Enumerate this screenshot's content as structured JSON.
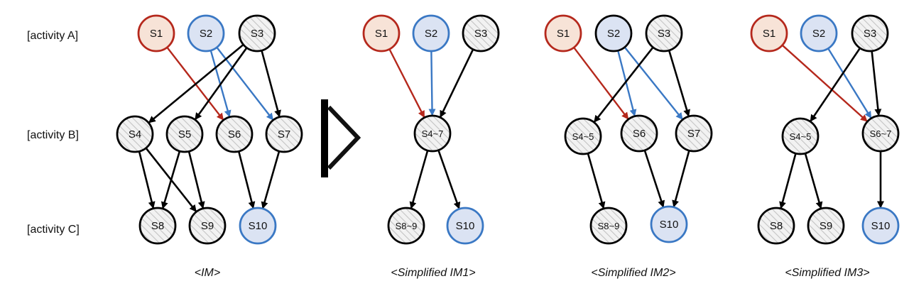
{
  "colors": {
    "red_stroke": "#b5281c",
    "red_fill": "#f7e3d7",
    "blue_stroke": "#3a78c4",
    "blue_fill": "#dbe3f3",
    "black_stroke": "#000000",
    "hatch_fill": "#f2f2f2",
    "hatch_line": "#c8c8c8"
  },
  "row_labels": [
    "[activity A]",
    "[activity B]",
    "[activity C]"
  ],
  "transition_icon": "right-triangle-arrow-icon",
  "panels": [
    {
      "id": "im",
      "caption": "<IM>",
      "nodes": [
        {
          "id": "S1",
          "label": "S1",
          "style": "red"
        },
        {
          "id": "S2",
          "label": "S2",
          "style": "blue"
        },
        {
          "id": "S3",
          "label": "S3",
          "style": "hatch"
        },
        {
          "id": "S4",
          "label": "S4",
          "style": "hatch"
        },
        {
          "id": "S5",
          "label": "S5",
          "style": "hatch"
        },
        {
          "id": "S6",
          "label": "S6",
          "style": "hatch"
        },
        {
          "id": "S7",
          "label": "S7",
          "style": "hatch"
        },
        {
          "id": "S8",
          "label": "S8",
          "style": "hatch"
        },
        {
          "id": "S9",
          "label": "S9",
          "style": "hatch"
        },
        {
          "id": "S10",
          "label": "S10",
          "style": "blue"
        }
      ],
      "edges": [
        {
          "from": "S1",
          "to": "S6",
          "color": "red"
        },
        {
          "from": "S2",
          "to": "S6",
          "color": "blue"
        },
        {
          "from": "S2",
          "to": "S7",
          "color": "blue"
        },
        {
          "from": "S3",
          "to": "S4",
          "color": "black"
        },
        {
          "from": "S3",
          "to": "S5",
          "color": "black"
        },
        {
          "from": "S3",
          "to": "S7",
          "color": "black"
        },
        {
          "from": "S4",
          "to": "S8",
          "color": "black"
        },
        {
          "from": "S4",
          "to": "S9",
          "color": "black"
        },
        {
          "from": "S5",
          "to": "S8",
          "color": "black"
        },
        {
          "from": "S5",
          "to": "S9",
          "color": "black"
        },
        {
          "from": "S6",
          "to": "S10",
          "color": "black"
        },
        {
          "from": "S7",
          "to": "S10",
          "color": "black"
        }
      ]
    },
    {
      "id": "im1",
      "caption": "<Simplified IM1>",
      "nodes": [
        {
          "id": "S1",
          "label": "S1",
          "style": "red"
        },
        {
          "id": "S2",
          "label": "S2",
          "style": "blue"
        },
        {
          "id": "S3",
          "label": "S3",
          "style": "hatch"
        },
        {
          "id": "S4~7",
          "label": "S4~7",
          "style": "hatch"
        },
        {
          "id": "S8~9",
          "label": "S8~9",
          "style": "hatch"
        },
        {
          "id": "S10",
          "label": "S10",
          "style": "blue"
        }
      ],
      "edges": [
        {
          "from": "S1",
          "to": "S4~7",
          "color": "red"
        },
        {
          "from": "S2",
          "to": "S4~7",
          "color": "blue"
        },
        {
          "from": "S3",
          "to": "S4~7",
          "color": "black"
        },
        {
          "from": "S4~7",
          "to": "S8~9",
          "color": "black"
        },
        {
          "from": "S4~7",
          "to": "S10",
          "color": "black"
        }
      ]
    },
    {
      "id": "im2",
      "caption": "<Simplified IM2>",
      "nodes": [
        {
          "id": "S1",
          "label": "S1",
          "style": "red"
        },
        {
          "id": "S2",
          "label": "S2",
          "style": "blue-fill-black-border"
        },
        {
          "id": "S3",
          "label": "S3",
          "style": "hatch"
        },
        {
          "id": "S4~5",
          "label": "S4~5",
          "style": "hatch"
        },
        {
          "id": "S6",
          "label": "S6",
          "style": "hatch"
        },
        {
          "id": "S7",
          "label": "S7",
          "style": "hatch"
        },
        {
          "id": "S8~9",
          "label": "S8~9",
          "style": "hatch"
        },
        {
          "id": "S10",
          "label": "S10",
          "style": "blue"
        }
      ],
      "edges": [
        {
          "from": "S1",
          "to": "S6",
          "color": "red"
        },
        {
          "from": "S2",
          "to": "S6",
          "color": "blue"
        },
        {
          "from": "S2",
          "to": "S7",
          "color": "blue"
        },
        {
          "from": "S3",
          "to": "S4~5",
          "color": "black"
        },
        {
          "from": "S3",
          "to": "S7",
          "color": "black"
        },
        {
          "from": "S4~5",
          "to": "S8~9",
          "color": "black"
        },
        {
          "from": "S6",
          "to": "S10",
          "color": "black"
        },
        {
          "from": "S7",
          "to": "S10",
          "color": "black"
        }
      ]
    },
    {
      "id": "im3",
      "caption": "<Simplified IM3>",
      "nodes": [
        {
          "id": "S1",
          "label": "S1",
          "style": "red"
        },
        {
          "id": "S2",
          "label": "S2",
          "style": "blue"
        },
        {
          "id": "S3",
          "label": "S3",
          "style": "hatch"
        },
        {
          "id": "S4~5",
          "label": "S4~5",
          "style": "hatch"
        },
        {
          "id": "S6~7",
          "label": "S6~7",
          "style": "hatch"
        },
        {
          "id": "S8",
          "label": "S8",
          "style": "hatch"
        },
        {
          "id": "S9",
          "label": "S9",
          "style": "hatch"
        },
        {
          "id": "S10",
          "label": "S10",
          "style": "blue"
        }
      ],
      "edges": [
        {
          "from": "S1",
          "to": "S6~7",
          "color": "red"
        },
        {
          "from": "S2",
          "to": "S6~7",
          "color": "blue"
        },
        {
          "from": "S3",
          "to": "S4~5",
          "color": "black"
        },
        {
          "from": "S3",
          "to": "S6~7",
          "color": "black"
        },
        {
          "from": "S4~5",
          "to": "S8",
          "color": "black"
        },
        {
          "from": "S4~5",
          "to": "S9",
          "color": "black"
        },
        {
          "from": "S6~7",
          "to": "S10",
          "color": "black"
        }
      ]
    }
  ]
}
